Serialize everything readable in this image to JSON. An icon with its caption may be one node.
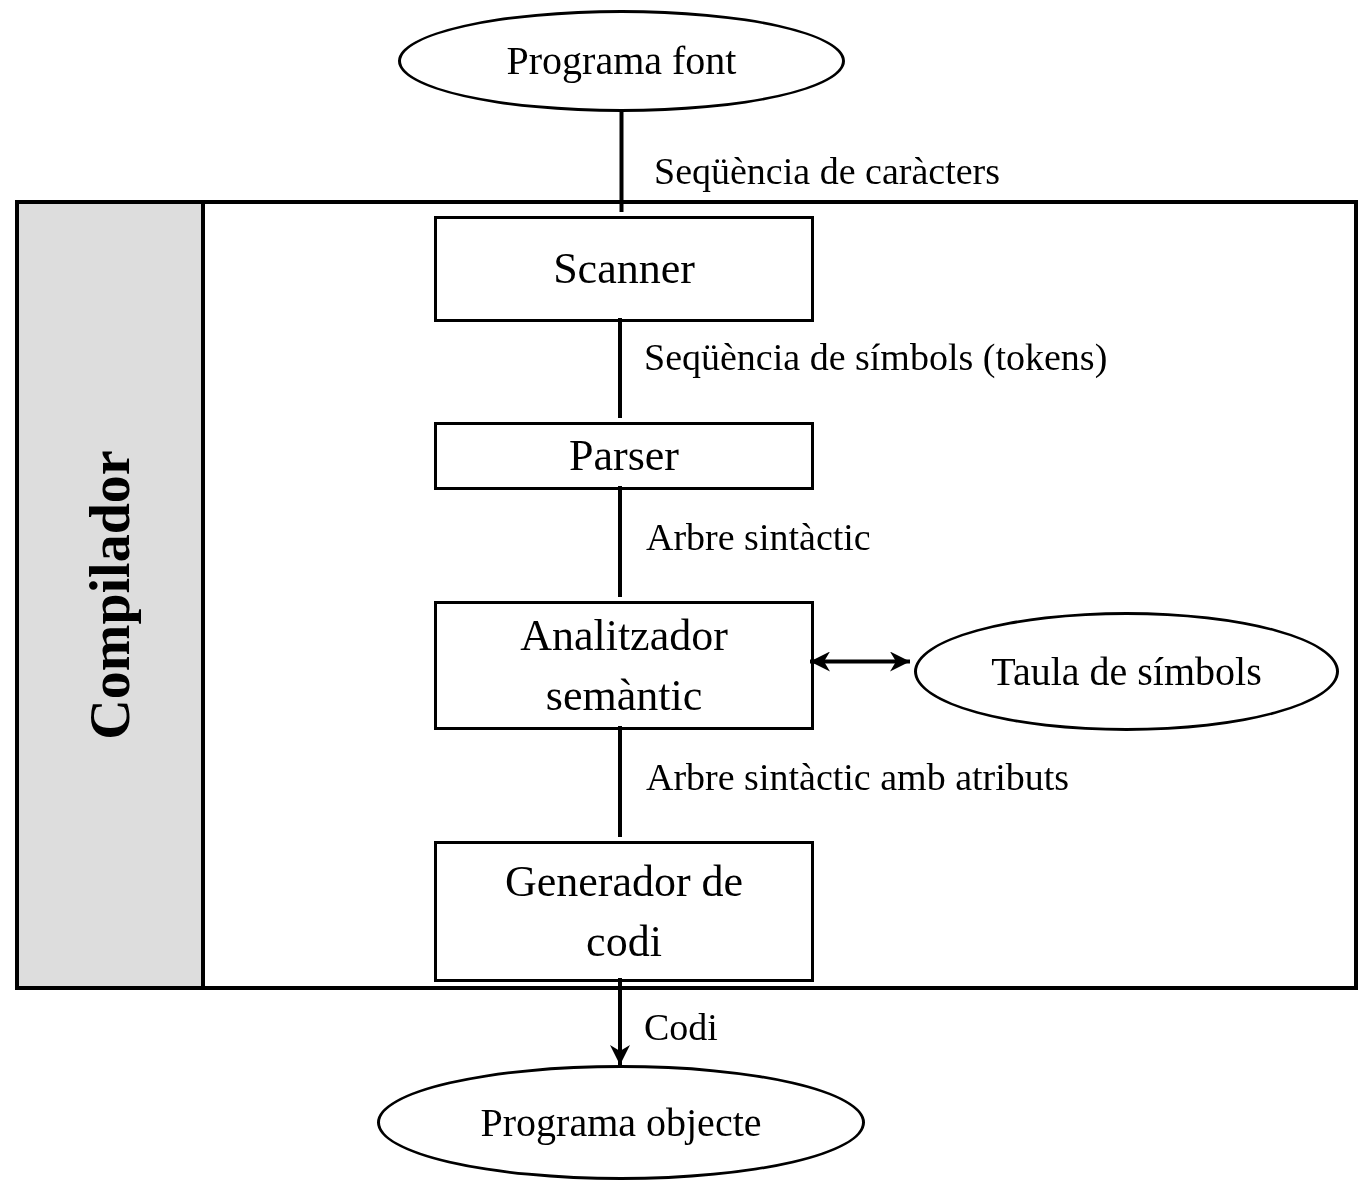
{
  "diagram": {
    "nodes": [
      {
        "text": [
          "Programa font"
        ]
      },
      {
        "text": [
          "Compilador"
        ]
      },
      {
        "text": [
          "Scanner"
        ],
        "in": 1
      },
      {
        "text": [
          "Parser"
        ],
        "in": 1
      },
      {
        "text": [
          "Analitzador semàntic"
        ],
        "in": 1
      },
      {
        "text": [
          "Generador de codi"
        ],
        "in": 1
      },
      {
        "text": [
          "Taula de símbols"
        ],
        "in": 1
      },
      {
        "text": [
          "Programa objecte"
        ]
      }
    ],
    "edges": [
      {
        "from": 0,
        "to": 2,
        "arrow": "none",
        "label": "Seqüència de caràcters"
      },
      {
        "from": 2,
        "to": 3,
        "arrow": "none",
        "label": "Seqüència de símbols (tokens)"
      },
      {
        "from": 3,
        "to": 4,
        "arrow": "none",
        "label": "Arbre sintàctic"
      },
      {
        "from": 4,
        "to": 5,
        "arrow": "none",
        "label": "Arbre sintàctic amb atributs"
      },
      {
        "from": 4,
        "to": 6,
        "arrow": "both"
      },
      {
        "from": 5,
        "to": 7,
        "arrow": "to",
        "label": "Codi"
      }
    ]
  }
}
